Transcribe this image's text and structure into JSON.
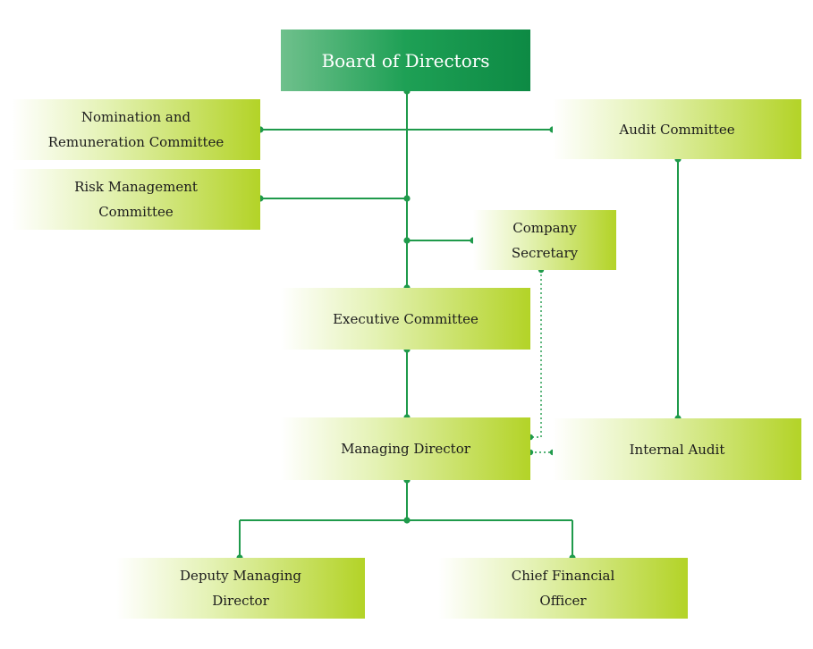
{
  "colors": {
    "accent_green": "#1f9a4b",
    "box_gradient_end": "#b3d327",
    "board_gradient": "#0d8a44"
  },
  "chart": {
    "board": "Board of Directors",
    "nomination": "Nomination and\nRemuneration Committee",
    "audit_committee": "Audit Committee",
    "risk": "Risk Management\nCommittee",
    "company_secretary": "Company\nSecretary",
    "executive": "Executive Committee",
    "managing_director": "Managing Director",
    "internal_audit": "Internal Audit",
    "deputy_md": "Deputy Managing\nDirector",
    "cfo": "Chief Financial\nOfficer"
  }
}
